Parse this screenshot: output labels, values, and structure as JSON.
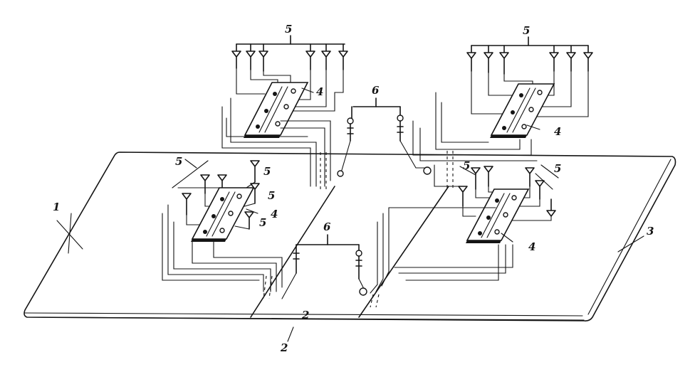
{
  "figure": {
    "labels": {
      "board_left": "1",
      "board_front": "2",
      "board_right": "3",
      "plate": "4",
      "bulb": "5",
      "connector": "6"
    },
    "colors": {
      "ink": "#141414",
      "paper": "#ffffff"
    }
  }
}
